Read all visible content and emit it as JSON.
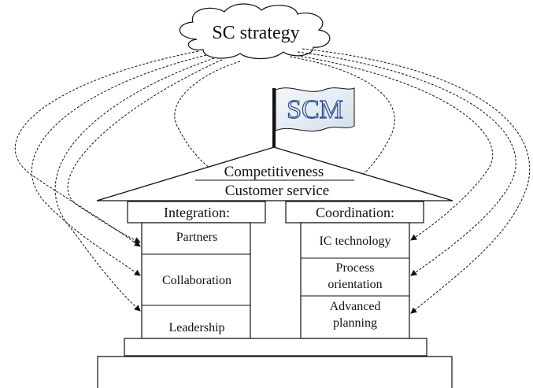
{
  "cloud": {
    "label": "SC strategy"
  },
  "flag": {
    "label": "SCM"
  },
  "roof": {
    "top_label": "Competitiveness",
    "bottom_label": "Customer service"
  },
  "left_pillar": {
    "header": "Integration:",
    "items": [
      "Partners",
      "Collaboration",
      "Leadership"
    ]
  },
  "right_pillar": {
    "header": "Coordination:",
    "items": [
      {
        "line1": "IC technology",
        "line2": ""
      },
      {
        "line1": "Process",
        "line2": "orientation"
      },
      {
        "line1": "Advanced",
        "line2": "planning"
      }
    ]
  },
  "colors": {
    "line": "#111111",
    "flag_text": "#2a4a8a",
    "flag_fill": "#e8eef5"
  }
}
